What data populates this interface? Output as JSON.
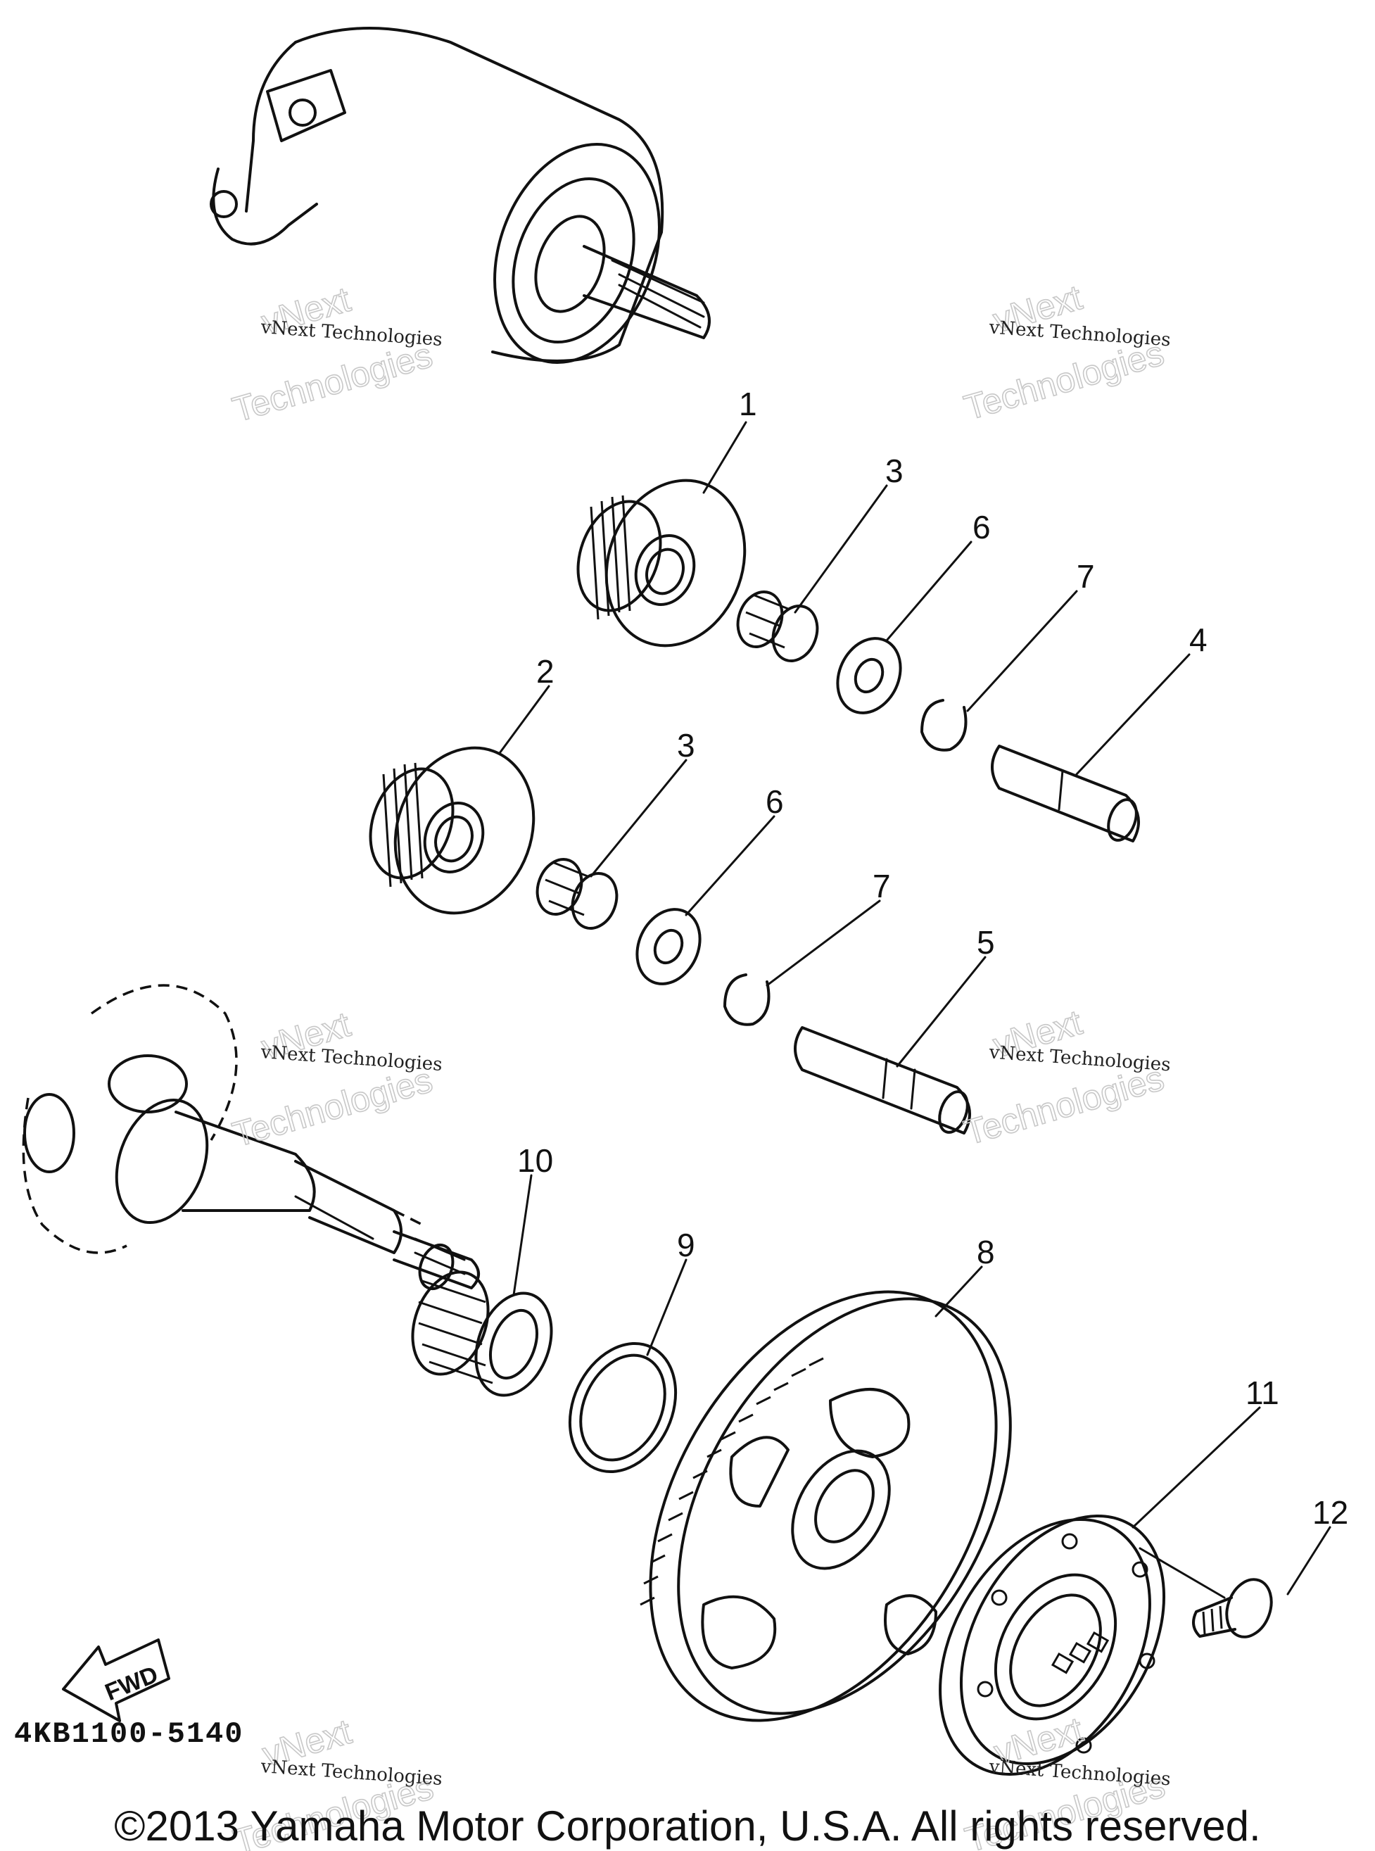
{
  "callouts": {
    "p1": "1",
    "p2": "2",
    "p3a": "3",
    "p3b": "3",
    "p4": "4",
    "p5": "5",
    "p6a": "6",
    "p6b": "6",
    "p7a": "7",
    "p7b": "7",
    "p8": "8",
    "p9": "9",
    "p10": "10",
    "p11": "11",
    "p12": "12"
  },
  "fwd_label": "FWD",
  "part_code": "4KB1100-5140",
  "watermark": {
    "line1": "vNext Technologies",
    "line2": "vNext",
    "line3": "Technologies"
  },
  "copyright": "©2013 Yamaha Motor Corporation, U.S.A. All rights reserved."
}
